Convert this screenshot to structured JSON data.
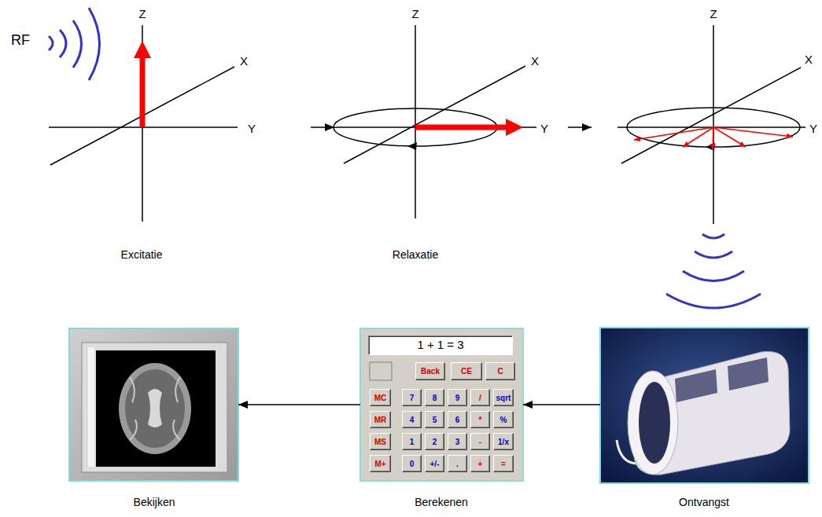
{
  "diagram": {
    "nodes": [
      {
        "text": [
          "RF",
          "Z",
          "X",
          "Y",
          "Excitatie"
        ]
      },
      {
        "text": [
          "Z",
          "X",
          "Y",
          "Relaxatie"
        ]
      },
      {
        "text": [
          "Z",
          "X",
          "Y"
        ]
      },
      {
        "text": [
          "Bekijken"
        ]
      },
      {
        "text": [
          "Berekenen"
        ]
      },
      {
        "text": [
          "1 + 1 = 3"
        ],
        "in": 4
      },
      {
        "text": [
          "Back"
        ],
        "in": 4
      },
      {
        "text": [
          "CE"
        ],
        "in": 4
      },
      {
        "text": [
          "C"
        ],
        "in": 4
      },
      {
        "text": [
          "MC"
        ],
        "in": 4
      },
      {
        "text": [
          "7"
        ],
        "in": 4
      },
      {
        "text": [
          "8"
        ],
        "in": 4
      },
      {
        "text": [
          "9"
        ],
        "in": 4
      },
      {
        "text": [
          "/"
        ],
        "in": 4
      },
      {
        "text": [
          "sqrt"
        ],
        "in": 4
      },
      {
        "text": [
          "MR"
        ],
        "in": 4
      },
      {
        "text": [
          "4"
        ],
        "in": 4
      },
      {
        "text": [
          "5"
        ],
        "in": 4
      },
      {
        "text": [
          "6"
        ],
        "in": 4
      },
      {
        "text": [
          "*"
        ],
        "in": 4
      },
      {
        "text": [
          "%"
        ],
        "in": 4
      },
      {
        "text": [
          "MS"
        ],
        "in": 4
      },
      {
        "text": [
          "1"
        ],
        "in": 4
      },
      {
        "text": [
          "2"
        ],
        "in": 4
      },
      {
        "text": [
          "3"
        ],
        "in": 4
      },
      {
        "text": [
          "-"
        ],
        "in": 4
      },
      {
        "text": [
          "1/x"
        ],
        "in": 4
      },
      {
        "text": [
          "M+"
        ],
        "in": 4
      },
      {
        "text": [
          "0"
        ],
        "in": 4
      },
      {
        "text": [
          "+/-"
        ],
        "in": 4
      },
      {
        "text": [
          "."
        ],
        "in": 4
      },
      {
        "text": [
          "+"
        ],
        "in": 4
      },
      {
        "text": [
          "="
        ],
        "in": 4
      },
      {
        "text": [
          "Ontvangst"
        ]
      }
    ],
    "edges": [
      {
        "from": 0,
        "to": 1,
        "arrow": "to"
      },
      {
        "from": 1,
        "to": 2,
        "arrow": "to"
      },
      {
        "from": 33,
        "to": 4,
        "arrow": "to"
      },
      {
        "from": 4,
        "to": 3,
        "arrow": "to"
      }
    ]
  }
}
